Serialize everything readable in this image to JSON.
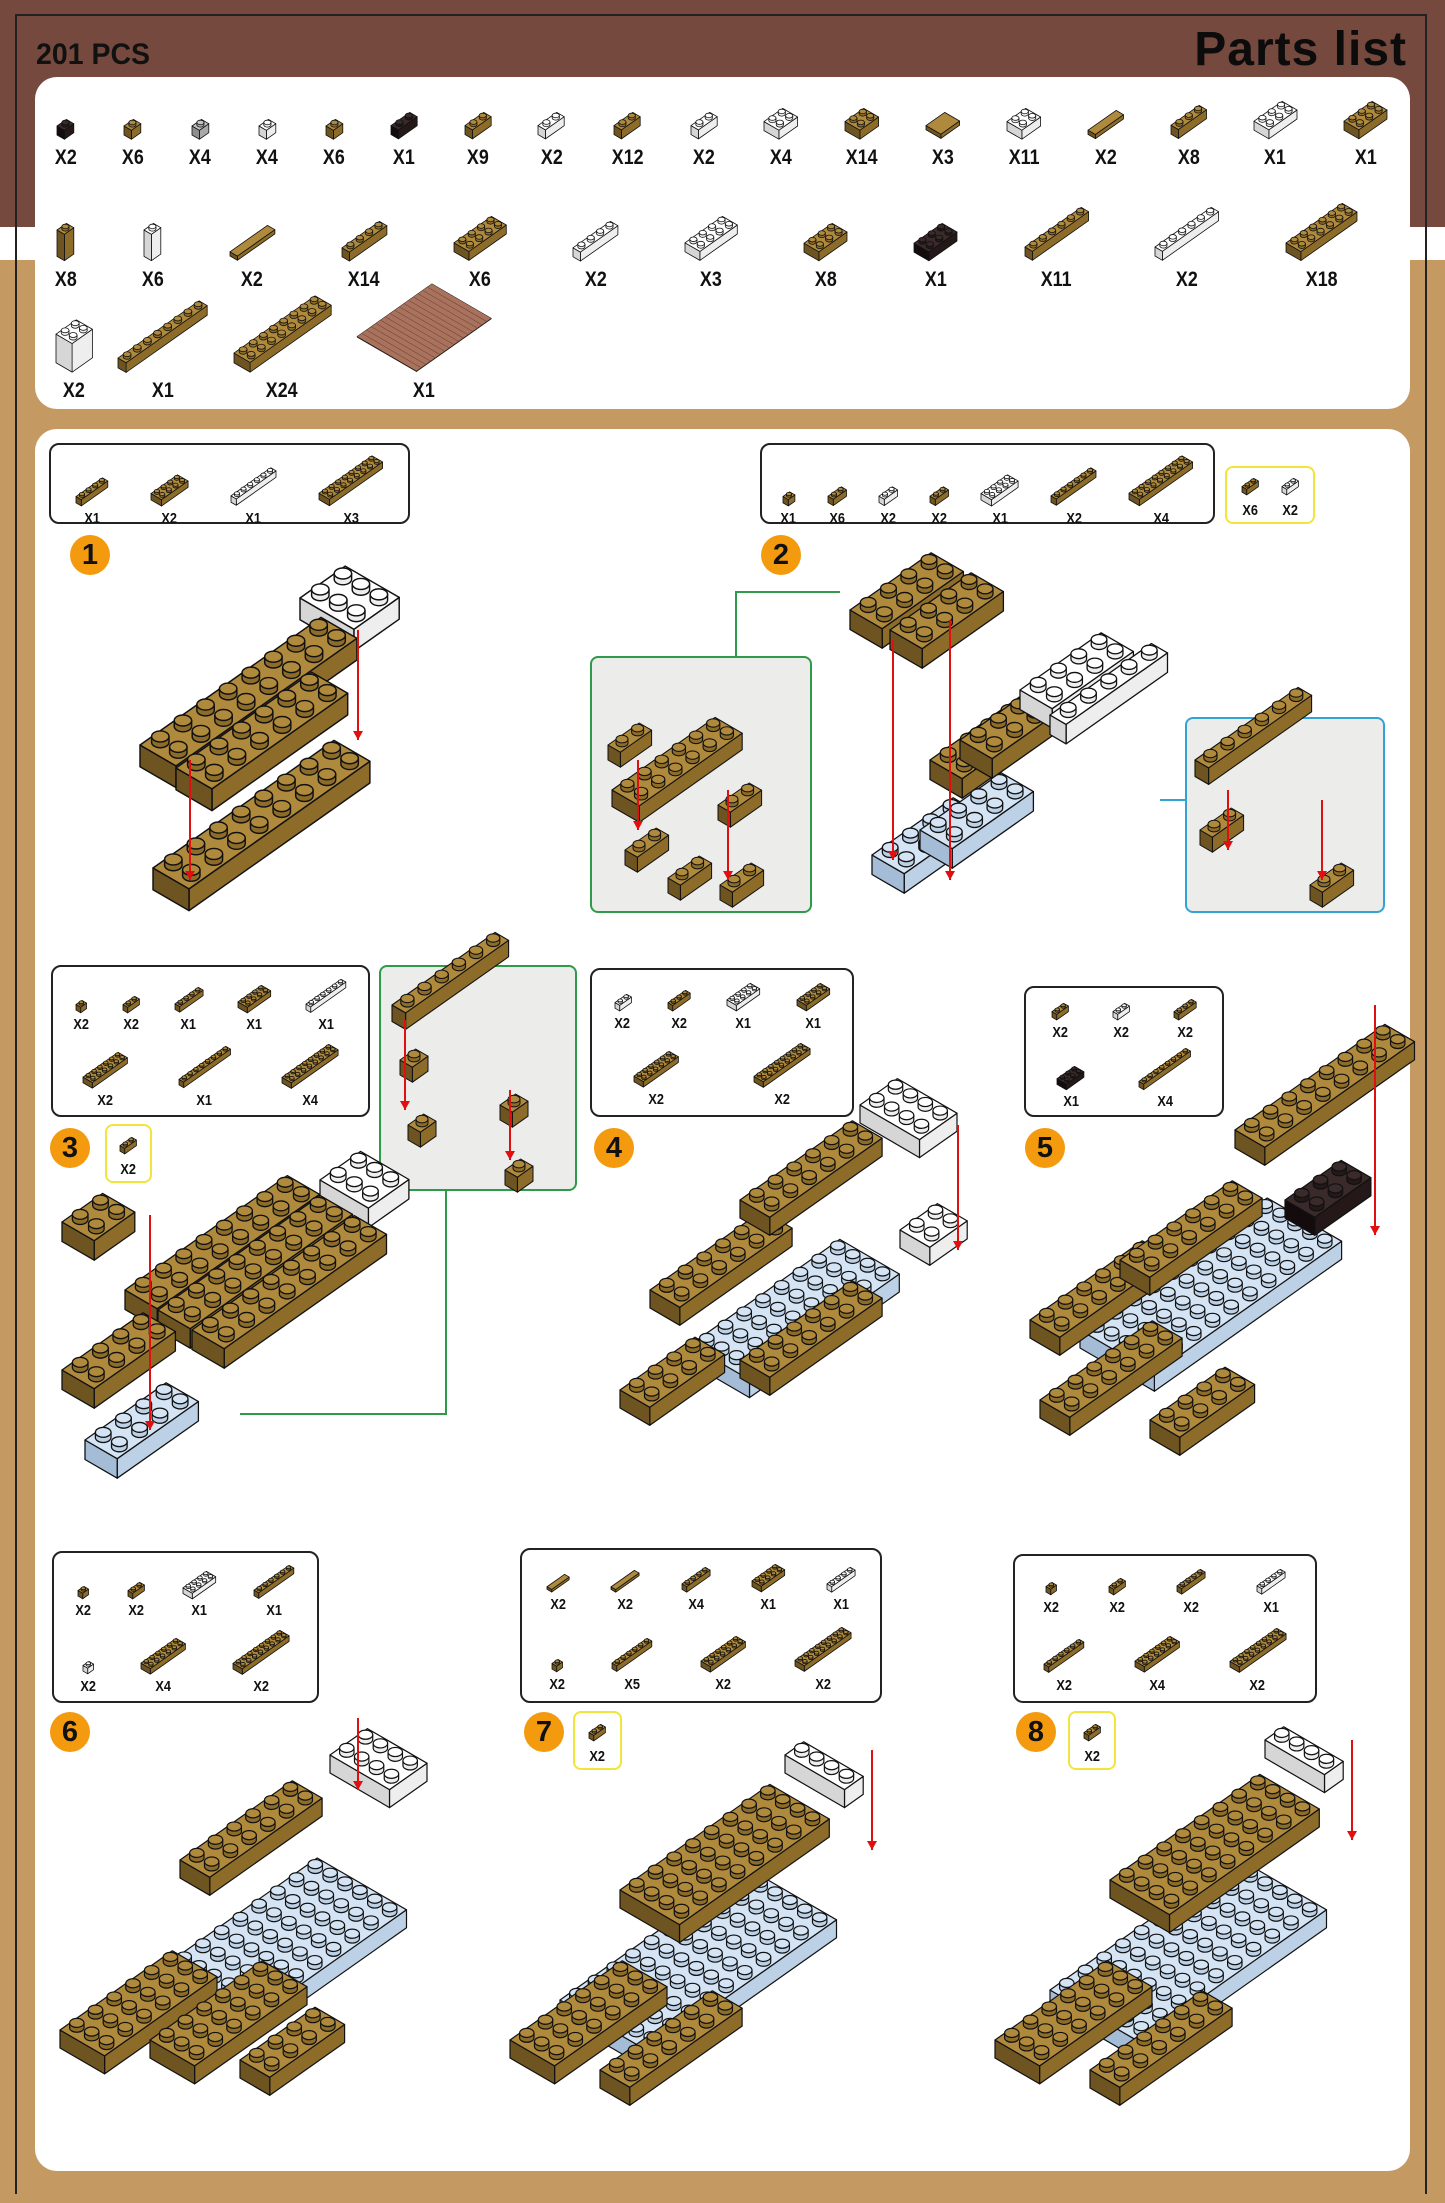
{
  "header": {
    "pieces": "201 PCS",
    "title": "Parts list"
  },
  "colors": {
    "tan": "#b08a3c",
    "white": "#ffffff",
    "black": "#3a2a2a",
    "grey": "#c4c4c4",
    "blue": "#d4e4f4",
    "base": "#a9725c",
    "highlight": "#f1e43a",
    "step_badge": "#f39a0f"
  },
  "parts_list": {
    "rows": [
      [
        {
          "count": "X2",
          "color": "black",
          "l": 1,
          "w": 1,
          "round": true
        },
        {
          "count": "X6",
          "color": "tan",
          "l": 1,
          "w": 1
        },
        {
          "count": "X4",
          "color": "grey",
          "l": 1,
          "w": 1
        },
        {
          "count": "X4",
          "color": "white",
          "l": 1,
          "w": 1
        },
        {
          "count": "X6",
          "color": "tan",
          "l": 1,
          "w": 1
        },
        {
          "count": "X1",
          "color": "black",
          "l": 2,
          "w": 1
        },
        {
          "count": "X9",
          "color": "tan",
          "l": 2,
          "w": 1
        },
        {
          "count": "X2",
          "color": "white",
          "l": 2,
          "w": 1
        },
        {
          "count": "X12",
          "color": "tan",
          "l": 2,
          "w": 1
        },
        {
          "count": "X2",
          "color": "white",
          "l": 2,
          "w": 1
        },
        {
          "count": "X4",
          "color": "white",
          "l": 2,
          "w": 2
        },
        {
          "count": "X14",
          "color": "tan",
          "l": 2,
          "w": 2
        },
        {
          "count": "X3",
          "color": "tan",
          "l": 2,
          "w": 2,
          "tile": true
        },
        {
          "count": "X11",
          "color": "white",
          "l": 2,
          "w": 2
        },
        {
          "count": "X2",
          "color": "tan",
          "l": 3,
          "w": 1,
          "tile": true
        },
        {
          "count": "X8",
          "color": "tan",
          "l": 3,
          "w": 1
        },
        {
          "count": "X1",
          "color": "white",
          "l": 3,
          "w": 2
        },
        {
          "count": "X1",
          "color": "tan",
          "l": 3,
          "w": 2
        }
      ],
      [
        {
          "count": "X8",
          "color": "tan",
          "l": 1,
          "w": 1,
          "tall": true
        },
        {
          "count": "X6",
          "color": "white",
          "l": 1,
          "w": 1,
          "tall": true
        },
        {
          "count": "X2",
          "color": "tan",
          "l": 4,
          "w": 1,
          "tile": true
        },
        {
          "count": "X14",
          "color": "tan",
          "l": 4,
          "w": 1
        },
        {
          "count": "X6",
          "color": "tan",
          "l": 4,
          "w": 2
        },
        {
          "count": "X2",
          "color": "white",
          "l": 4,
          "w": 1
        },
        {
          "count": "X3",
          "color": "white",
          "l": 4,
          "w": 2
        },
        {
          "count": "X8",
          "color": "tan",
          "l": 3,
          "w": 2
        },
        {
          "count": "X1",
          "color": "black",
          "l": 3,
          "w": 2
        },
        {
          "count": "X11",
          "color": "tan",
          "l": 6,
          "w": 1
        },
        {
          "count": "X2",
          "color": "white",
          "l": 6,
          "w": 1
        },
        {
          "count": "X18",
          "color": "tan",
          "l": 6,
          "w": 2
        }
      ],
      [
        {
          "count": "X2",
          "color": "white",
          "l": 2,
          "w": 2,
          "tall": true
        },
        {
          "count": "X1",
          "color": "tan",
          "l": 8,
          "w": 1
        },
        {
          "count": "X24",
          "color": "tan",
          "l": 8,
          "w": 2
        },
        {
          "count": "X1",
          "color": "base",
          "l": 16,
          "w": 16,
          "baseplate": true
        }
      ]
    ]
  },
  "steps": [
    {
      "number": "1",
      "rows": [
        [
          {
            "count": "X1",
            "color": "tan",
            "l": 4,
            "w": 1
          },
          {
            "count": "X2",
            "color": "tan",
            "l": 4,
            "w": 2
          },
          {
            "count": "X1",
            "color": "white",
            "l": 6,
            "w": 1
          },
          {
            "count": "X3",
            "color": "tan",
            "l": 8,
            "w": 2
          }
        ]
      ]
    },
    {
      "number": "2",
      "rows": [
        [
          {
            "count": "X1",
            "color": "tan",
            "l": 1,
            "w": 1
          },
          {
            "count": "X6",
            "color": "tan",
            "l": 2,
            "w": 1
          },
          {
            "count": "X2",
            "color": "white",
            "l": 2,
            "w": 1
          },
          {
            "count": "X2",
            "color": "tan",
            "l": 2,
            "w": 1
          },
          {
            "count": "X1",
            "color": "white",
            "l": 4,
            "w": 2
          },
          {
            "count": "X2",
            "color": "tan",
            "l": 6,
            "w": 1
          },
          {
            "count": "X4",
            "color": "tan",
            "l": 8,
            "w": 2
          }
        ]
      ],
      "extra": [
        {
          "count": "X6",
          "color": "tan",
          "l": 2,
          "w": 1
        },
        {
          "count": "X2",
          "color": "white",
          "l": 2,
          "w": 1
        }
      ]
    },
    {
      "number": "3",
      "rows": [
        [
          {
            "count": "X2",
            "color": "tan",
            "l": 1,
            "w": 1
          },
          {
            "count": "X2",
            "color": "tan",
            "l": 2,
            "w": 1
          },
          {
            "count": "X1",
            "color": "tan",
            "l": 4,
            "w": 1
          },
          {
            "count": "X1",
            "color": "tan",
            "l": 4,
            "w": 2
          },
          {
            "count": "X1",
            "color": "white",
            "l": 6,
            "w": 1
          }
        ],
        [
          {
            "count": "X2",
            "color": "tan",
            "l": 6,
            "w": 2
          },
          {
            "count": "X1",
            "color": "tan",
            "l": 8,
            "w": 1
          },
          {
            "count": "X4",
            "color": "tan",
            "l": 8,
            "w": 2
          }
        ]
      ],
      "extra": [
        {
          "count": "X2",
          "color": "tan",
          "l": 2,
          "w": 1
        }
      ]
    },
    {
      "number": "4",
      "rows": [
        [
          {
            "count": "X2",
            "color": "white",
            "l": 2,
            "w": 1
          },
          {
            "count": "X2",
            "color": "tan",
            "l": 3,
            "w": 1
          },
          {
            "count": "X1",
            "color": "white",
            "l": 4,
            "w": 2
          },
          {
            "count": "X1",
            "color": "tan",
            "l": 4,
            "w": 2
          }
        ],
        [
          {
            "count": "X2",
            "color": "tan",
            "l": 6,
            "w": 2
          },
          {
            "count": "X2",
            "color": "tan",
            "l": 8,
            "w": 2
          }
        ]
      ]
    },
    {
      "number": "5",
      "rows": [
        [
          {
            "count": "X2",
            "color": "tan",
            "l": 2,
            "w": 1
          },
          {
            "count": "X2",
            "color": "white",
            "l": 2,
            "w": 1
          },
          {
            "count": "X2",
            "color": "tan",
            "l": 3,
            "w": 1
          }
        ],
        [
          {
            "count": "X1",
            "color": "black",
            "l": 3,
            "w": 2
          },
          {
            "count": "X4",
            "color": "tan",
            "l": 8,
            "w": 1
          }
        ]
      ]
    },
    {
      "number": "6",
      "rows": [
        [
          {
            "count": "X2",
            "color": "tan",
            "l": 1,
            "w": 1
          },
          {
            "count": "X2",
            "color": "tan",
            "l": 2,
            "w": 1
          },
          {
            "count": "X1",
            "color": "white",
            "l": 4,
            "w": 2
          },
          {
            "count": "X1",
            "color": "tan",
            "l": 6,
            "w": 1
          }
        ],
        [
          {
            "count": "X2",
            "color": "white",
            "l": 1,
            "w": 1
          },
          {
            "count": "X4",
            "color": "tan",
            "l": 6,
            "w": 2
          },
          {
            "count": "X2",
            "color": "tan",
            "l": 8,
            "w": 2
          }
        ]
      ]
    },
    {
      "number": "7",
      "rows": [
        [
          {
            "count": "X2",
            "color": "tan",
            "l": 3,
            "w": 1,
            "tile": true
          },
          {
            "count": "X2",
            "color": "tan",
            "l": 4,
            "w": 1,
            "tile": true
          },
          {
            "count": "X4",
            "color": "tan",
            "l": 4,
            "w": 1
          },
          {
            "count": "X1",
            "color": "tan",
            "l": 4,
            "w": 2
          },
          {
            "count": "X1",
            "color": "white",
            "l": 4,
            "w": 1
          }
        ],
        [
          {
            "count": "X2",
            "color": "tan",
            "l": 1,
            "w": 1
          },
          {
            "count": "X5",
            "color": "tan",
            "l": 6,
            "w": 1
          },
          {
            "count": "X2",
            "color": "tan",
            "l": 6,
            "w": 2
          },
          {
            "count": "X2",
            "color": "tan",
            "l": 8,
            "w": 2
          }
        ]
      ],
      "extra": [
        {
          "count": "X2",
          "color": "tan",
          "l": 2,
          "w": 1
        }
      ]
    },
    {
      "number": "8",
      "rows": [
        [
          {
            "count": "X2",
            "color": "tan",
            "l": 1,
            "w": 1
          },
          {
            "count": "X2",
            "color": "tan",
            "l": 2,
            "w": 1
          },
          {
            "count": "X2",
            "color": "tan",
            "l": 4,
            "w": 1
          },
          {
            "count": "X1",
            "color": "white",
            "l": 4,
            "w": 1
          }
        ],
        [
          {
            "count": "X2",
            "color": "tan",
            "l": 6,
            "w": 1
          },
          {
            "count": "X4",
            "color": "tan",
            "l": 6,
            "w": 2
          },
          {
            "count": "X2",
            "color": "tan",
            "l": 8,
            "w": 2
          }
        ]
      ],
      "extra": [
        {
          "count": "X2",
          "color": "tan",
          "l": 2,
          "w": 1
        }
      ]
    }
  ]
}
